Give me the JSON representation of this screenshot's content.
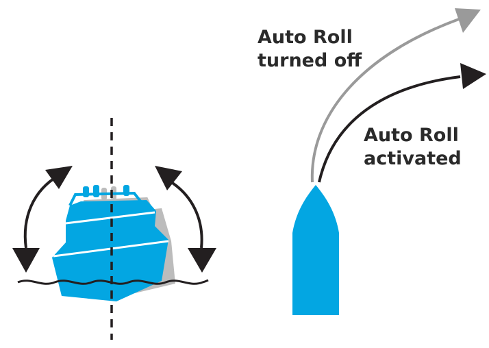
{
  "labels": {
    "auto_roll_off": {
      "line1": "Auto Roll",
      "line2": "turned off"
    },
    "auto_roll_on": {
      "line1": "Auto Roll",
      "line2": "activated"
    }
  },
  "colors": {
    "boat_blue": "#03a6e2",
    "shadow_gray": "#bcbcbc",
    "arrow_dark": "#231f20",
    "arrow_gray": "#9a9a9a",
    "text": "#2a2a2a"
  },
  "icons": [
    "boat-front-icon",
    "boat-top-view-icon",
    "roll-arrow-icon",
    "course-arrow-icon",
    "wave-line-icon"
  ]
}
